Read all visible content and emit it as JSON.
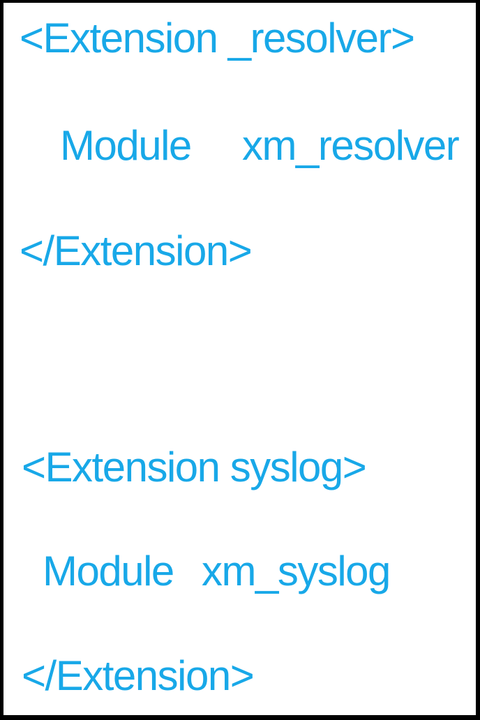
{
  "colors": {
    "text": "#18a8e8",
    "background": "#ffffff",
    "border": "#000000"
  },
  "config_snippet": {
    "block1": {
      "open_tag": "<Extension _resolver>",
      "directive": "Module",
      "value": "xm_resolver",
      "close_tag": "</Extension>"
    },
    "block2": {
      "open_tag": "<Extension syslog>",
      "directive": "Module",
      "value": "xm_syslog",
      "close_tag": "</Extension>"
    }
  }
}
